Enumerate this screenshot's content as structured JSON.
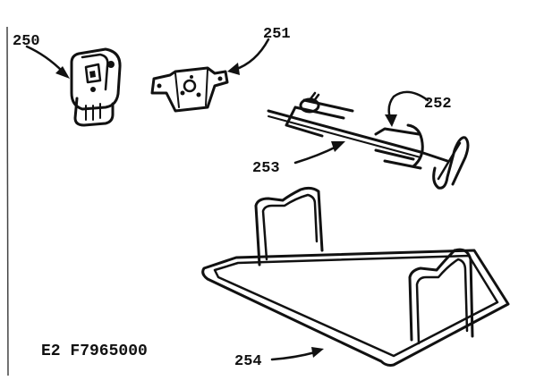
{
  "diagram": {
    "doc_code": "E2 F7965000",
    "parts": [
      {
        "ref": "250"
      },
      {
        "ref": "251"
      },
      {
        "ref": "252"
      },
      {
        "ref": "253"
      },
      {
        "ref": "254"
      }
    ]
  }
}
